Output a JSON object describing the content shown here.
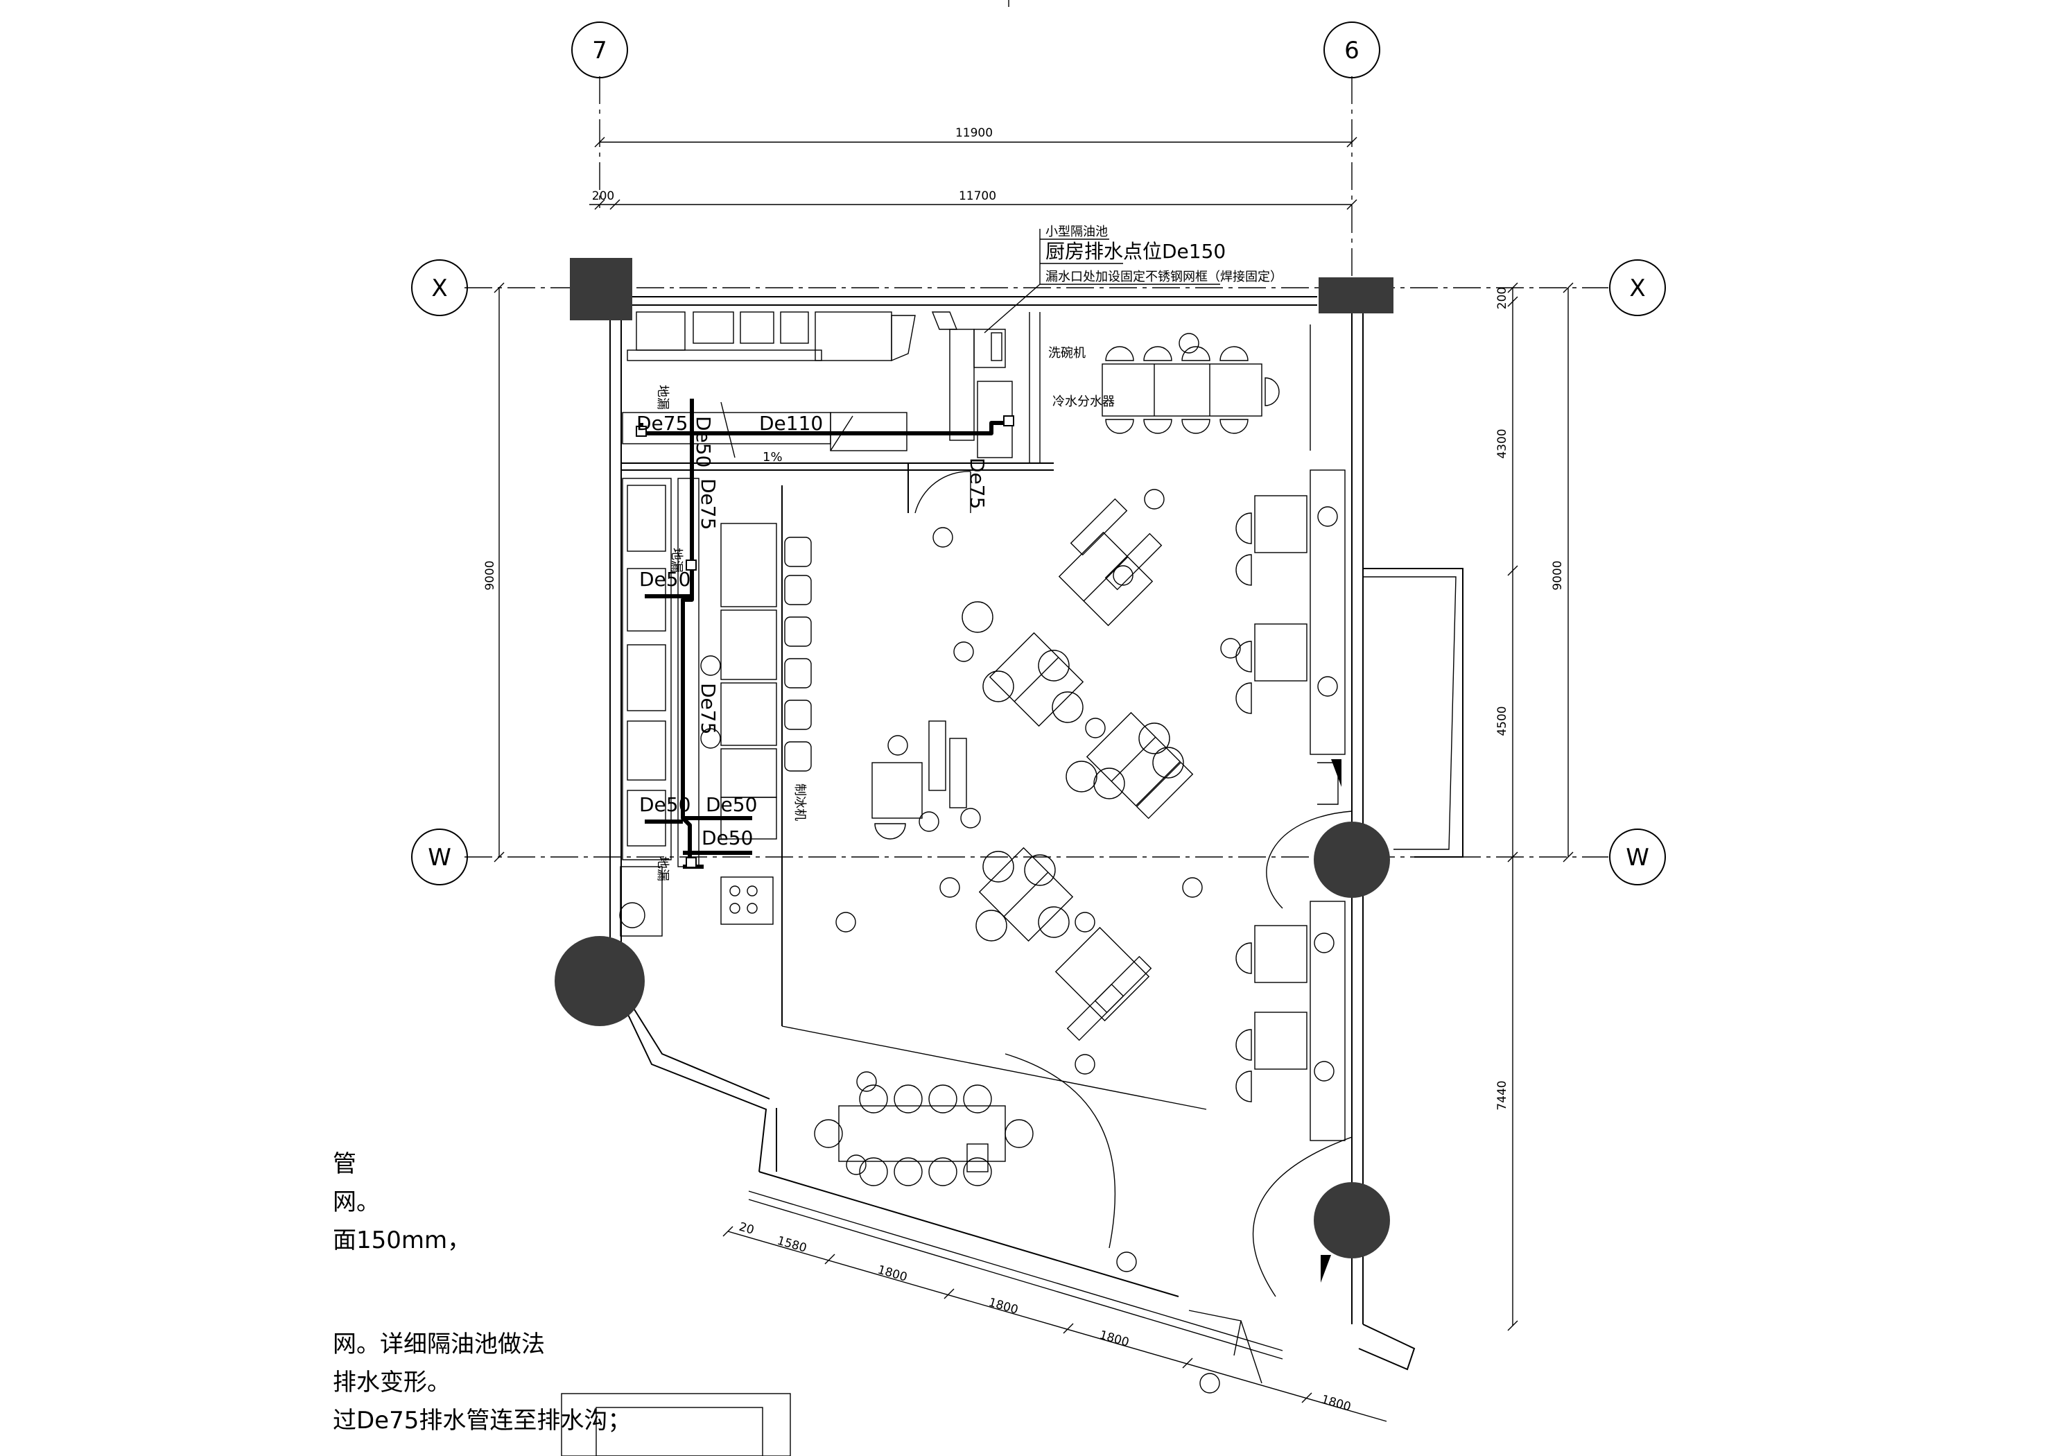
{
  "grid": {
    "axis_top_left": "7",
    "axis_top_right": "6",
    "axis_row_top": "X",
    "axis_row_bottom": "W"
  },
  "dimensions": {
    "top_overall": "11900",
    "top_inner": "11700",
    "top_offset": "200",
    "left_height": "9000",
    "right_overall": "9000",
    "right_upper": "4300",
    "right_middle": "4500",
    "right_lower": "7440",
    "right_top_small": "200",
    "bottom_a": "1580",
    "bottom_b": "1800",
    "bottom_c": "1800",
    "bottom_d": "1800",
    "bottom_e": "1800",
    "bottom_small": "20"
  },
  "callouts": {
    "grease_trap": "小型隔油池",
    "kitchen_drain": "厨房排水点位De150",
    "grate_note": "漏水口处加设固定不锈钢网框（焊接固定）",
    "dishwasher": "洗碗机",
    "water_heater": "冷水分水器",
    "ice_machine": "制冰机",
    "floor_drain_1": "地漏",
    "floor_drain_2": "地漏",
    "floor_drain_3": "地漏",
    "slope": "1%"
  },
  "pipes": {
    "p1": "De75",
    "p2": "De50",
    "p3": "De110",
    "p4": "De75",
    "p5": "De50",
    "p6": "De75",
    "p7": "De50",
    "p8": "De50",
    "p9": "De50",
    "p10": "De75"
  },
  "notes": {
    "line1": "管",
    "line2": "网。",
    "line3": "面150mm，",
    "line4": "网。详细隔油池做法",
    "line5": "排水变形。",
    "line6": "过De75排水管连至排水沟；"
  }
}
